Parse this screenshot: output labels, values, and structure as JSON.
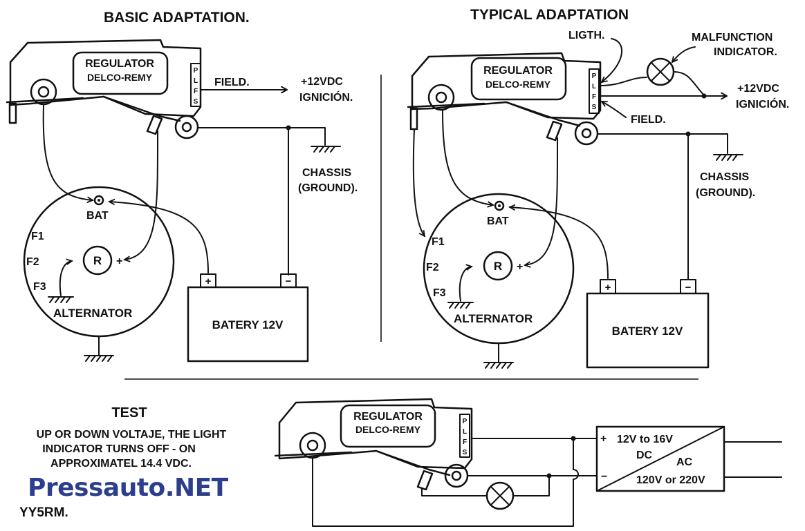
{
  "titles": {
    "basic": "BASIC ADAPTATION.",
    "typical": "TYPICAL ADAPTATION",
    "test": "TEST"
  },
  "regulator": {
    "line1": "REGULATOR",
    "line2": "DELCO-REMY",
    "terminals": [
      "P",
      "L",
      "F",
      "S"
    ]
  },
  "basic": {
    "field": "FIELD.",
    "supply_line1": "+12VDC",
    "supply_line2": "IGNICIÓN.",
    "chassis_line1": "CHASSIS",
    "chassis_line2": "(GROUND).",
    "bat": "BAT",
    "f1": "F1",
    "f2": "F2",
    "f3": "F3",
    "r": "R",
    "alternator": "ALTERNATOR",
    "battery": "BATERY 12V",
    "plus": "+",
    "minus": "−"
  },
  "typical": {
    "light": "LIGTH.",
    "malfunction_line1": "MALFUNCTION",
    "malfunction_line2": "INDICATOR.",
    "field": "FIELD.",
    "supply_line1": "+12VDC",
    "supply_line2": "IGNICIÓN.",
    "chassis_line1": "CHASSIS",
    "chassis_line2": "(GROUND).",
    "bat": "BAT",
    "f1": "F1",
    "f2": "F2",
    "f3": "F3",
    "r": "R",
    "alternator": "ALTERNATOR",
    "battery": "BATERY 12V",
    "plus": "+",
    "minus": "−"
  },
  "test": {
    "line1": "UP OR DOWN VOLTAJE, THE LIGHT",
    "line2": "INDICATOR TURNS OFF - ON",
    "line3": "APPROXIMATEL 14.4 VDC.",
    "converter_in": "12V to 16V",
    "converter_dc": "DC",
    "converter_ac": "AC",
    "converter_out": "120V or 220V",
    "plus": "+",
    "minus": "−"
  },
  "brand": "Pressauto.NET",
  "code": "YY5RM."
}
